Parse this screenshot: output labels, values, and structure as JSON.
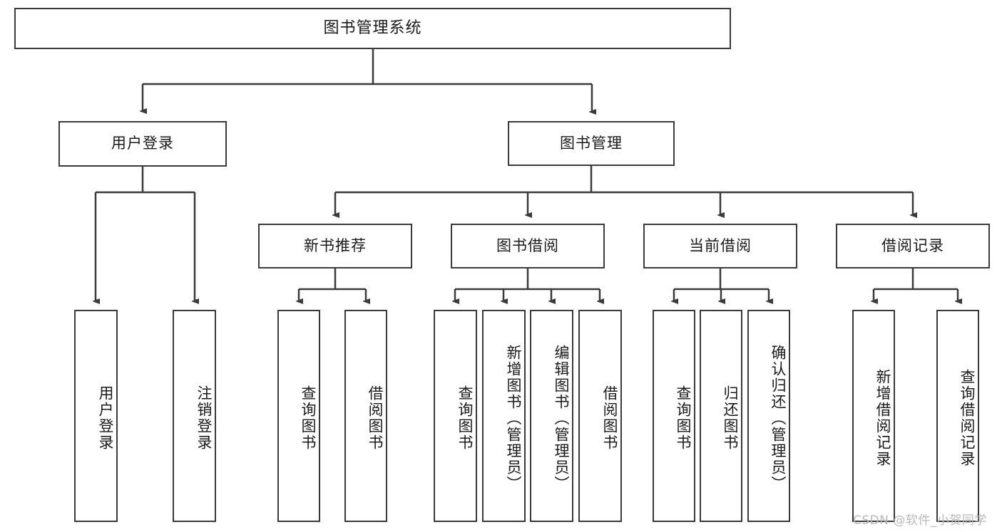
{
  "diagram": {
    "title": "图书管理系统",
    "type": "tree-hierarchy",
    "root": {
      "label": "图书管理系统"
    },
    "level1": [
      {
        "label": "用户登录"
      },
      {
        "label": "图书管理"
      }
    ],
    "level2": [
      {
        "label": "新书推荐"
      },
      {
        "label": "图书借阅"
      },
      {
        "label": "当前借阅"
      },
      {
        "label": "借阅记录"
      }
    ],
    "leaves": {
      "user_login": [
        {
          "label": "用户登录"
        },
        {
          "label": "注销登录"
        }
      ],
      "new_book_recommend": [
        {
          "label": "查询图书"
        },
        {
          "label": "借阅图书"
        }
      ],
      "book_borrow": [
        {
          "label": "查询图书"
        },
        {
          "label": "新增图书（管理员）"
        },
        {
          "label": "编辑图书（管理员）"
        },
        {
          "label": "借阅图书"
        }
      ],
      "current_borrow": [
        {
          "label": "查询图书"
        },
        {
          "label": "归还图书"
        },
        {
          "label": "确认归还（管理员）"
        }
      ],
      "borrow_record": [
        {
          "label": "新增借阅记录"
        },
        {
          "label": "查询借阅记录"
        }
      ]
    }
  },
  "watermark": {
    "text": "CSDN @软件_小贺同学"
  },
  "colors": {
    "stroke": "#3a3a3a",
    "fill": "#ffffff",
    "text": "#1a1a1a",
    "watermark": "#b9b9b9"
  }
}
